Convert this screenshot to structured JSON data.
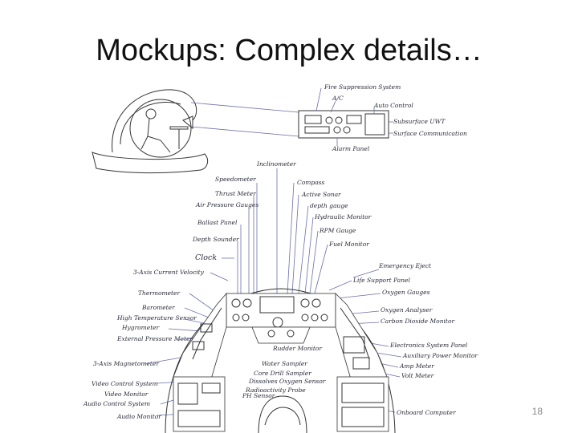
{
  "slide": {
    "title": "Mockups: Complex details…",
    "page_number": "18"
  },
  "sketch": {
    "top_labels": [
      "Fire Suppression System",
      "A/C",
      "Auto Control",
      "Subsurface UWT",
      "Surface Communication",
      "Alarm Panel"
    ],
    "center_labels": [
      "Inclinometer"
    ],
    "left_labels": [
      "Speedometer",
      "Thrust Meter",
      "Air Pressure Gauges",
      "Ballast Panel",
      "Depth Sounder",
      "Clock",
      "3-Axis Current Velocity",
      "Thermometer",
      "Barometer",
      "High Temperature Sensor",
      "Hygrometer",
      "External Pressure Meter",
      "3-Axis Magnetometer",
      "Video Control System",
      "Video Monitor",
      "Audio Control System",
      "Audio Monitor"
    ],
    "right_labels": [
      "Compass",
      "Active Sonar",
      "depth gauge",
      "Hydraulic Monitor",
      "RPM Gauge",
      "Fuel Monitor",
      "Emergency Eject",
      "Life Support Panel",
      "Oxygen Gauges",
      "Oxygen Analyser",
      "Carbon Dioxide Monitor",
      "Electronics System Panel",
      "Auxiliary Power Monitor",
      "Amp Meter",
      "Volt Meter",
      "Onboard Computer"
    ],
    "bottom_labels": [
      "Rudder Monitor",
      "Water Sampler",
      "Core Drill Sampler",
      "Dissolves Oxygen Sensor",
      "Radioactivity Probe",
      "PH Sensor"
    ]
  }
}
